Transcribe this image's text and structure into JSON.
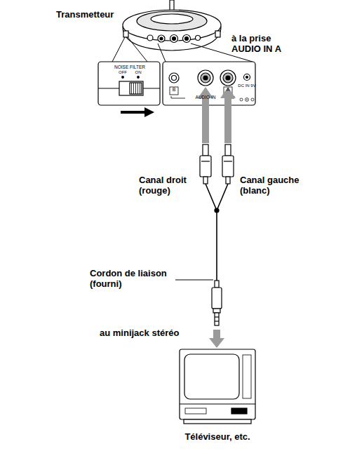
{
  "diagram": {
    "labels": [
      "Transmetteur",
      "NOISE FILTER",
      "OFF",
      "ON",
      "à la prise AUDIO IN A",
      "B",
      "A",
      "AUDIO IN",
      "DC IN 9V",
      "Canal droit (rouge)",
      "Canal gauche (blanc)",
      "Cordon de liaison (fourni)",
      "au minijack stéréo",
      "Téléviseur, etc."
    ]
  }
}
